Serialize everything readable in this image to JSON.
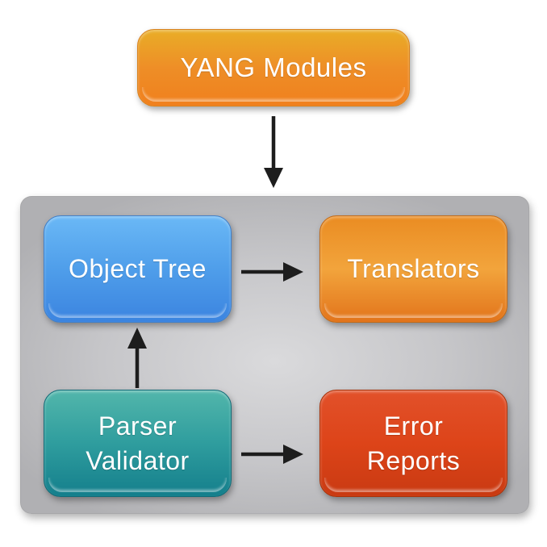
{
  "diagram": {
    "background": "#ffffff",
    "arrow_color": "#1d1d1d",
    "text_color": "#ffffff",
    "container": {
      "name": "parser-toolchain-panel",
      "color_center": "#dadadc",
      "color_mid": "#c6c6c9",
      "color_edge": "#b0b0b3"
    },
    "nodes": {
      "yang_modules": {
        "label": "YANG Modules",
        "gradient": [
          "#e9ad27",
          "#ee8e27",
          "#f0801d"
        ],
        "border": "#d9831f"
      },
      "object_tree": {
        "label": "Object Tree",
        "gradient": [
          "#6ab8f6",
          "#4f9eea",
          "#3b84e0"
        ],
        "border": "#3f7fc9"
      },
      "translators": {
        "label": "Translators",
        "gradient": [
          "#ea8c22",
          "#f2a43c",
          "#e2741b"
        ],
        "border": "#c36a15"
      },
      "parser_validator": {
        "label": "Parser\nValidator",
        "gradient": [
          "#52b6ab",
          "#2f9d9e",
          "#147f8c"
        ],
        "border": "#116b77"
      },
      "error_reports": {
        "label": "Error\nReports",
        "gradient": [
          "#e2512a",
          "#dd4419",
          "#c93a12"
        ],
        "border": "#a93209"
      }
    }
  }
}
